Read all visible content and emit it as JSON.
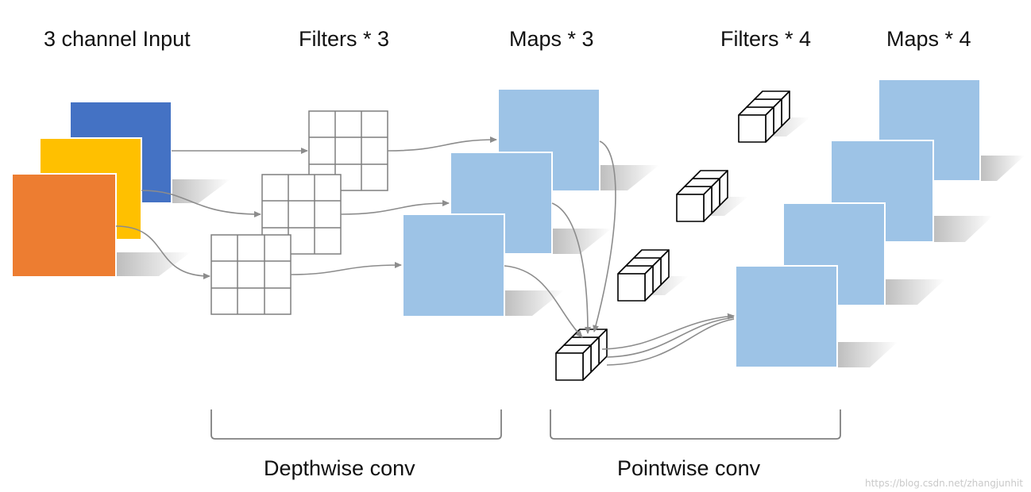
{
  "titles": {
    "input": "3 channel Input",
    "filters3": "Filters * 3",
    "maps3": "Maps * 3",
    "filters4": "Filters * 4",
    "maps4": "Maps * 4"
  },
  "sections": {
    "depthwise": "Depthwise conv",
    "pointwise": "Pointwise conv"
  },
  "watermark": "https://blog.csdn.net/zhangjunhit",
  "colors": {
    "channel_blue": "#4472C4",
    "channel_yellow": "#FFC000",
    "channel_orange": "#ED7D31",
    "map_blue": "#9DC3E6",
    "arrow": "#8C8C8C",
    "grid": "#7F7F7F",
    "bracket": "#808080"
  }
}
